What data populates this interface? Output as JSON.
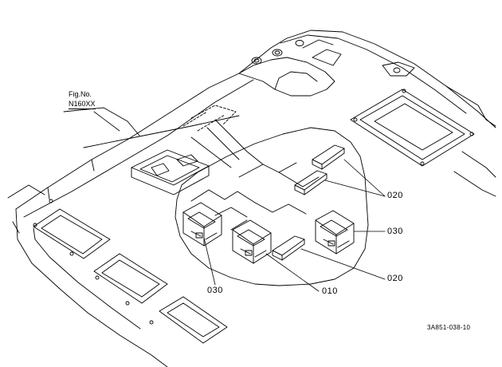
{
  "figure_ref": {
    "label": "Fig.No.",
    "number": "N160XX"
  },
  "callouts": [
    {
      "id": "020-upper",
      "text": "020"
    },
    {
      "id": "030-right",
      "text": "030"
    },
    {
      "id": "020-lower",
      "text": "020"
    },
    {
      "id": "010",
      "text": "010"
    },
    {
      "id": "030-left",
      "text": "030"
    }
  ],
  "drawing_id": "3A851-038-10",
  "colors": {
    "line": "#000000",
    "background": "#ffffff"
  }
}
